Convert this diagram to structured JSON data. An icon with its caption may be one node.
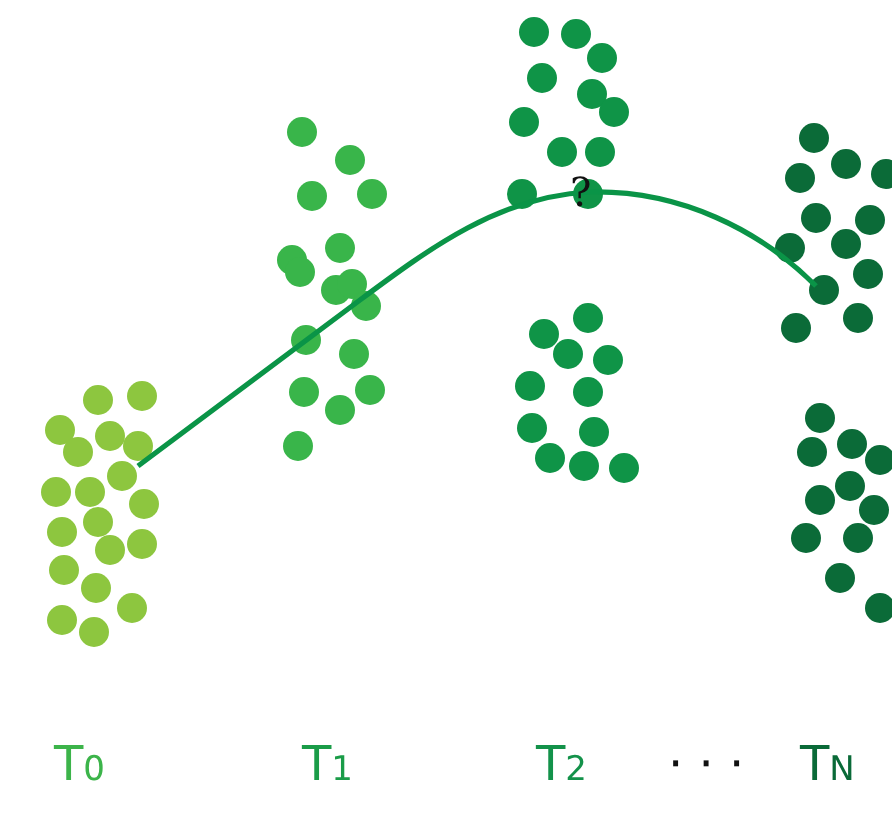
{
  "diagram": {
    "labels": [
      "?",
      "T$_{0}$",
      "T$_{1}$",
      "T$_{2}$",
      "· · ·",
      "T$_{N}$"
    ]
  }
}
